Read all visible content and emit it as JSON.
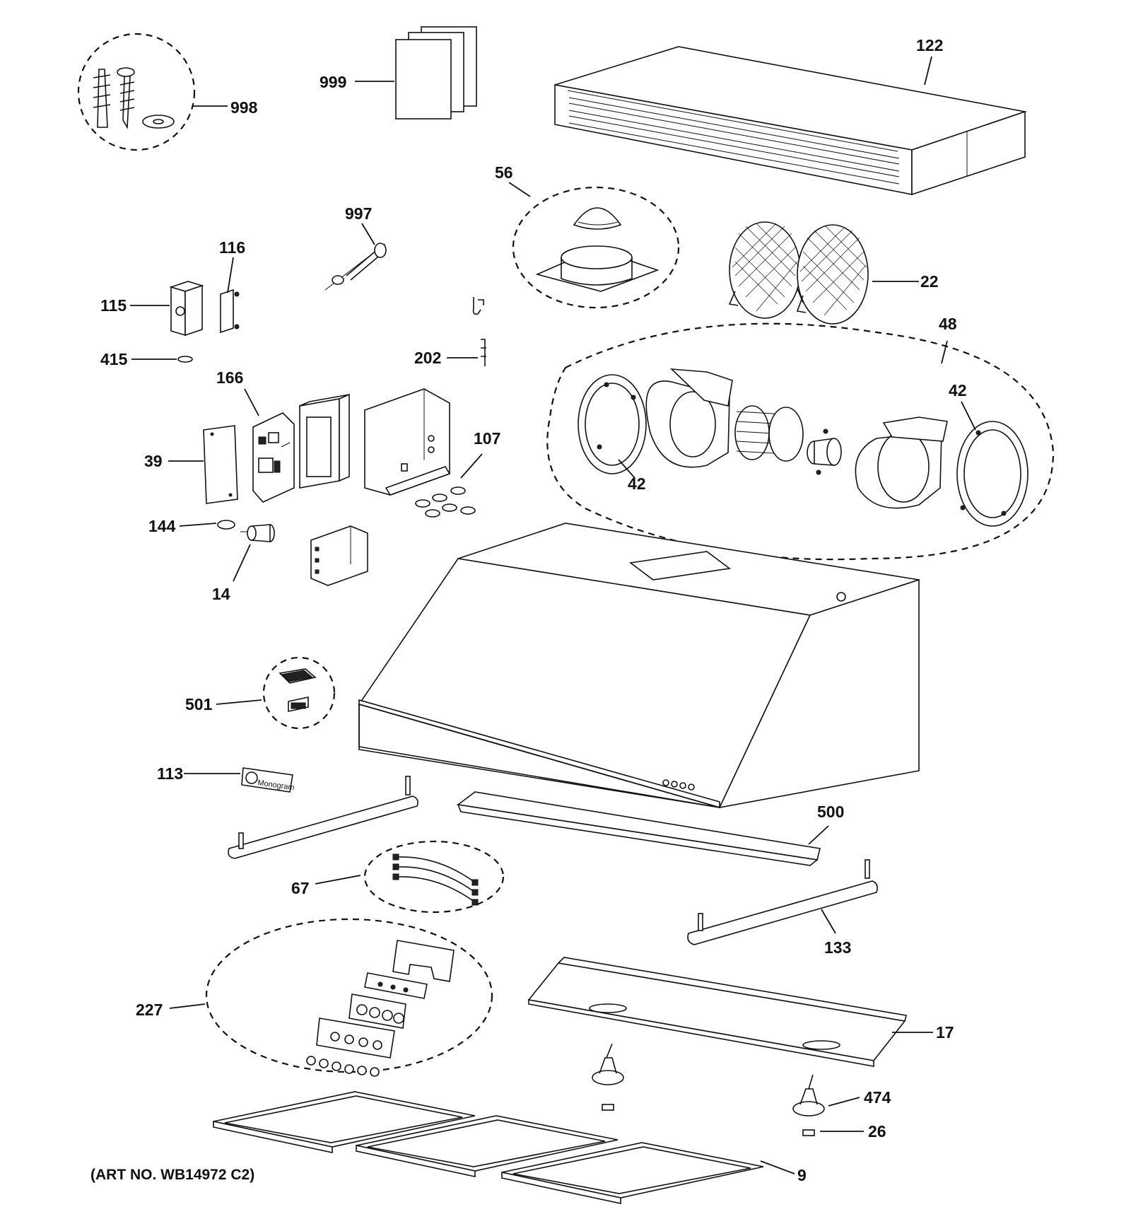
{
  "art_number": "(ART NO. WB14972 C2)",
  "badge_text": "Monogram",
  "callouts": [
    {
      "id": "c122",
      "text": "122"
    },
    {
      "id": "c999",
      "text": "999"
    },
    {
      "id": "c998",
      "text": "998"
    },
    {
      "id": "c56",
      "text": "56"
    },
    {
      "id": "c997",
      "text": "997"
    },
    {
      "id": "c116",
      "text": "116"
    },
    {
      "id": "c115",
      "text": "115"
    },
    {
      "id": "c415",
      "text": "415"
    },
    {
      "id": "c22",
      "text": "22"
    },
    {
      "id": "c48",
      "text": "48"
    },
    {
      "id": "c202",
      "text": "202"
    },
    {
      "id": "c166",
      "text": "166"
    },
    {
      "id": "c42a",
      "text": "42"
    },
    {
      "id": "c42b",
      "text": "42"
    },
    {
      "id": "c39",
      "text": "39"
    },
    {
      "id": "c107",
      "text": "107"
    },
    {
      "id": "c144",
      "text": "144"
    },
    {
      "id": "c14",
      "text": "14"
    },
    {
      "id": "c501",
      "text": "501"
    },
    {
      "id": "c113",
      "text": "113"
    },
    {
      "id": "c500",
      "text": "500"
    },
    {
      "id": "c67",
      "text": "67"
    },
    {
      "id": "c133",
      "text": "133"
    },
    {
      "id": "c227",
      "text": "227"
    },
    {
      "id": "c17",
      "text": "17"
    },
    {
      "id": "c474",
      "text": "474"
    },
    {
      "id": "c26",
      "text": "26"
    },
    {
      "id": "c9",
      "text": "9"
    }
  ]
}
